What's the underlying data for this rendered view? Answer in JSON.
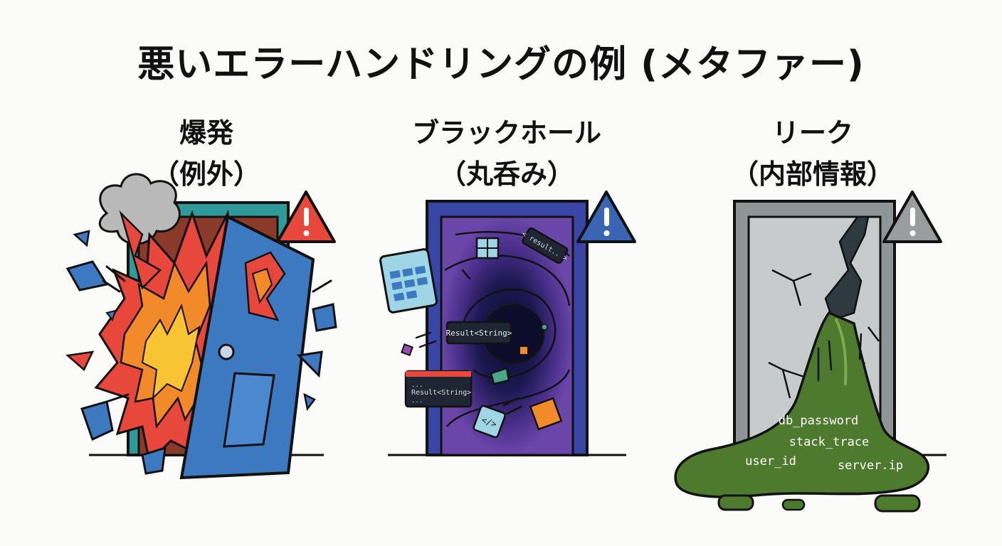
{
  "title": "悪いエラーハンドリングの例 (メタファー)",
  "panels": [
    {
      "label": "爆発",
      "sublabel": "（例外）",
      "icon": "warning-icon",
      "accent": "#e8473b"
    },
    {
      "label": "ブラックホール",
      "sublabel": "（丸呑み）",
      "icon": "warning-icon",
      "accent": "#3a64b4",
      "floating_texts": [
        "< result.. >",
        "Result<String>",
        "...",
        "Result<String>",
        "...",
        "</>"
      ]
    },
    {
      "label": "リーク",
      "sublabel": "（内部情報）",
      "icon": "warning-icon",
      "accent": "#9a9d9e",
      "leaked_items": [
        "db_password",
        "stack_trace",
        "user_id",
        "server.ip"
      ]
    }
  ]
}
